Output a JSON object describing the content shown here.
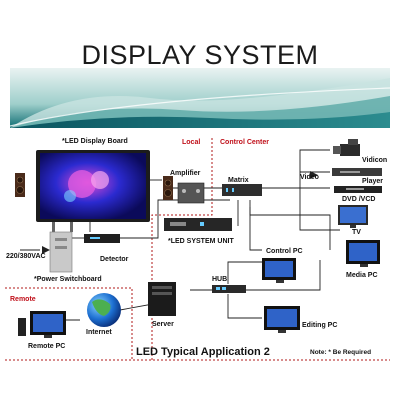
{
  "title": "DISPLAY SYSTEM",
  "zones": {
    "local": "Local",
    "control_center": "Control Center",
    "remote": "Remote"
  },
  "labels": {
    "led_board": "*LED Display Board",
    "amplifier": "Amplifier",
    "matrix": "Matrix",
    "video": "Video",
    "vidicon": "Vidicon",
    "player": "Player",
    "dvd": "DVD /VCD",
    "tv": "TV",
    "voltage": "220/380VAC",
    "detector": "Detector",
    "led_unit": "*LED SYSTEM UNIT",
    "control_pc": "Control PC",
    "media_pc": "Media PC",
    "power_switchboard": "*Power Switchboard",
    "hub": "HUB",
    "server": "Server",
    "internet": "Internet",
    "remote_pc": "Remote PC",
    "editing_pc": "Editing PC",
    "footer": "LED Typical Application 2",
    "note": "Note: * Be Required"
  }
}
